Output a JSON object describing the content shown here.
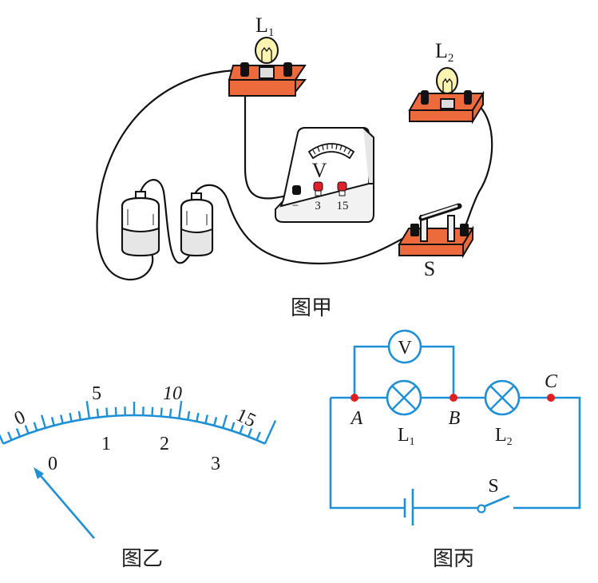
{
  "figures": {
    "jia": {
      "caption": "图甲",
      "lamp1_label": "L",
      "lamp1_sub": "1",
      "lamp2_label": "L",
      "lamp2_sub": "2",
      "switch_label": "S",
      "voltmeter_label": "V",
      "voltmeter_terminals": [
        "−",
        "3",
        "15"
      ],
      "battery_count": 2
    },
    "yi": {
      "caption": "图乙",
      "upper_scale_labels": [
        "0",
        "5",
        "10",
        "15"
      ],
      "lower_scale_labels": [
        "0",
        "1",
        "2",
        "3"
      ],
      "upper_range": [
        0,
        15
      ],
      "lower_range": [
        0,
        3
      ],
      "pointer_note": "pointer deflected to the left of zero"
    },
    "bing": {
      "caption": "图丙",
      "voltmeter_label": "V",
      "node_labels": [
        "A",
        "B",
        "C"
      ],
      "lamp1_label": "L",
      "lamp1_sub": "1",
      "lamp2_label": "L",
      "lamp2_sub": "2",
      "switch_label": "S"
    }
  },
  "colors": {
    "schematic": "#1e90d8",
    "node": "#e02020",
    "board": "#ec6a3c",
    "terminal_red": "#e0202a"
  }
}
